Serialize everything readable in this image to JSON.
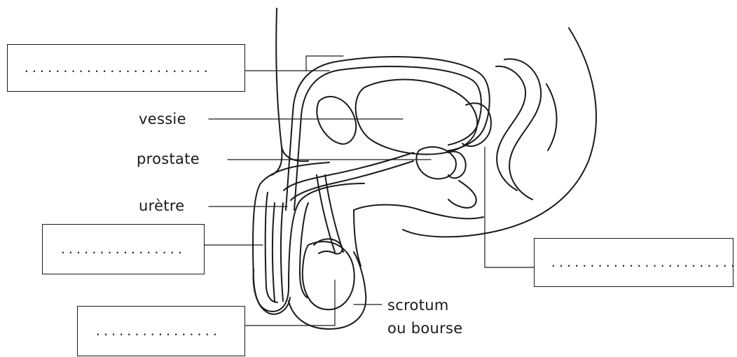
{
  "labels": {
    "vessie": "vessie",
    "prostate": "prostate",
    "uretre": "urètre",
    "scrotum_line1": "scrotum",
    "scrotum_line2": "ou bourse"
  },
  "blanks": {
    "top_left": "........................",
    "mid_left": "................",
    "bottom_left": "................",
    "right": "........................"
  },
  "colors": {
    "ink": "#1a1a1a",
    "background": "#ffffff"
  }
}
